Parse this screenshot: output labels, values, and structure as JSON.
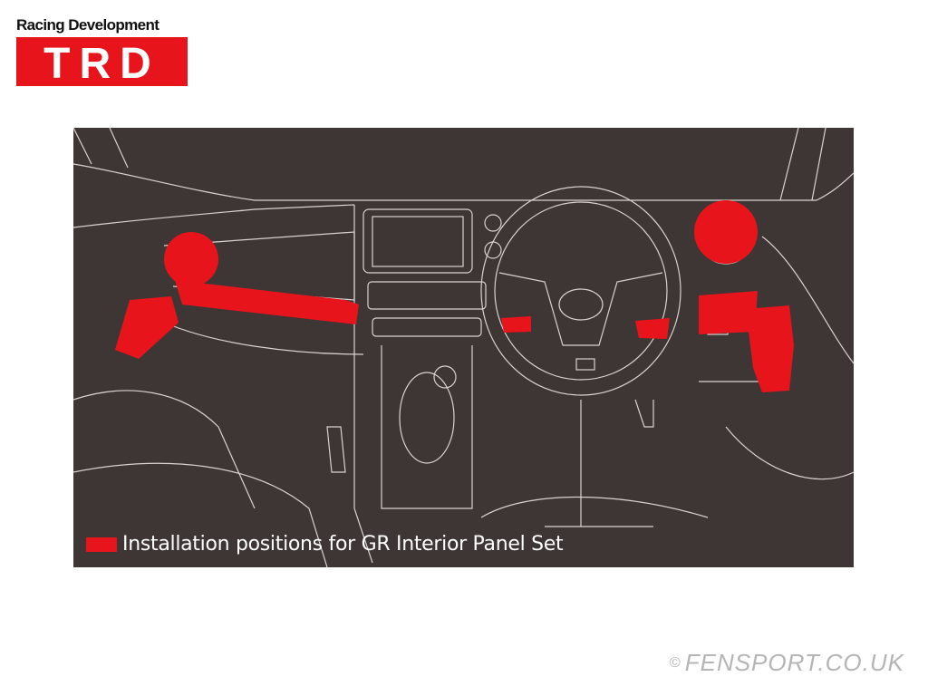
{
  "logo": {
    "tagline": "Racing Development",
    "brand": "TRD"
  },
  "diagram": {
    "legend_label": "Installation positions for GR Interior Panel Set",
    "highlight_color": "#e8141b",
    "background_color": "#3e3635"
  },
  "watermark": {
    "symbol": "©",
    "text": "FENSPORT.CO.UK"
  }
}
